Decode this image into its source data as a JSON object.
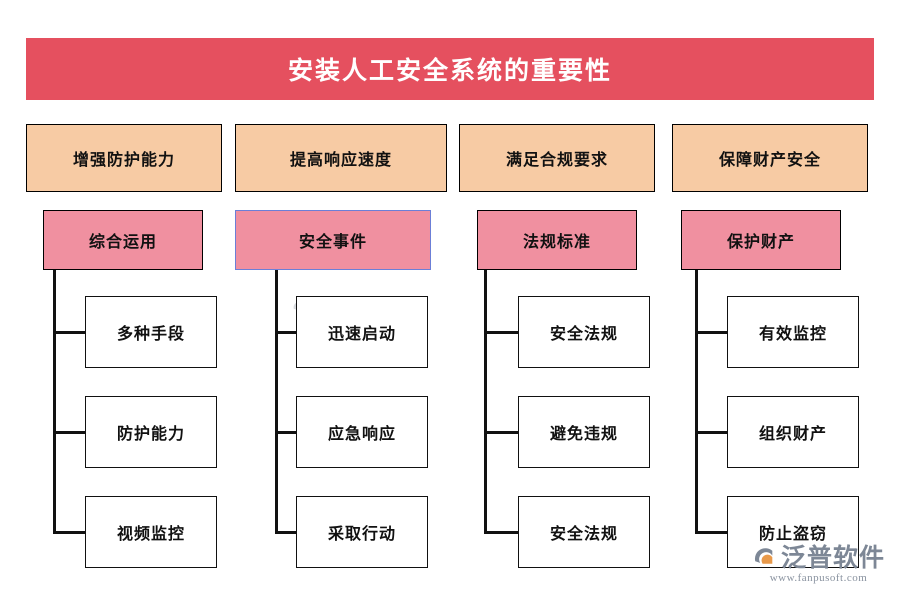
{
  "header": {
    "title": "安装人工安全系统的重要性",
    "background_color": "#E5505F",
    "text_color": "#FFFFFF"
  },
  "palette": {
    "banner_red": "#E5505F",
    "benefit_orange": "#F7CBA4",
    "category_pink": "#F090A0",
    "selected_border_blue": "#6B7FD7",
    "line_black": "#111111",
    "leaf_white": "#FFFFFF"
  },
  "columns": [
    {
      "benefit": "增强防护能力",
      "category": "综合运用",
      "selected": false,
      "leaves": [
        "多种手段",
        "防护能力",
        "视频监控"
      ]
    },
    {
      "benefit": "提高响应速度",
      "category": "安全事件",
      "selected": true,
      "leaves": [
        "迅速启动",
        "应急响应",
        "采取行动"
      ]
    },
    {
      "benefit": "满足合规要求",
      "category": "法规标准",
      "selected": false,
      "leaves": [
        "安全法规",
        "避免违规",
        "安全法规"
      ]
    },
    {
      "benefit": "保障财产安全",
      "category": "保护财产",
      "selected": false,
      "leaves": [
        "有效监控",
        "组织财产",
        "防止盗窃"
      ]
    }
  ],
  "branding": {
    "name": "泛普软件",
    "url": "www.fanpusoft.com",
    "mark_color_primary": "#7D8796",
    "mark_color_accent": "#E8994A"
  }
}
